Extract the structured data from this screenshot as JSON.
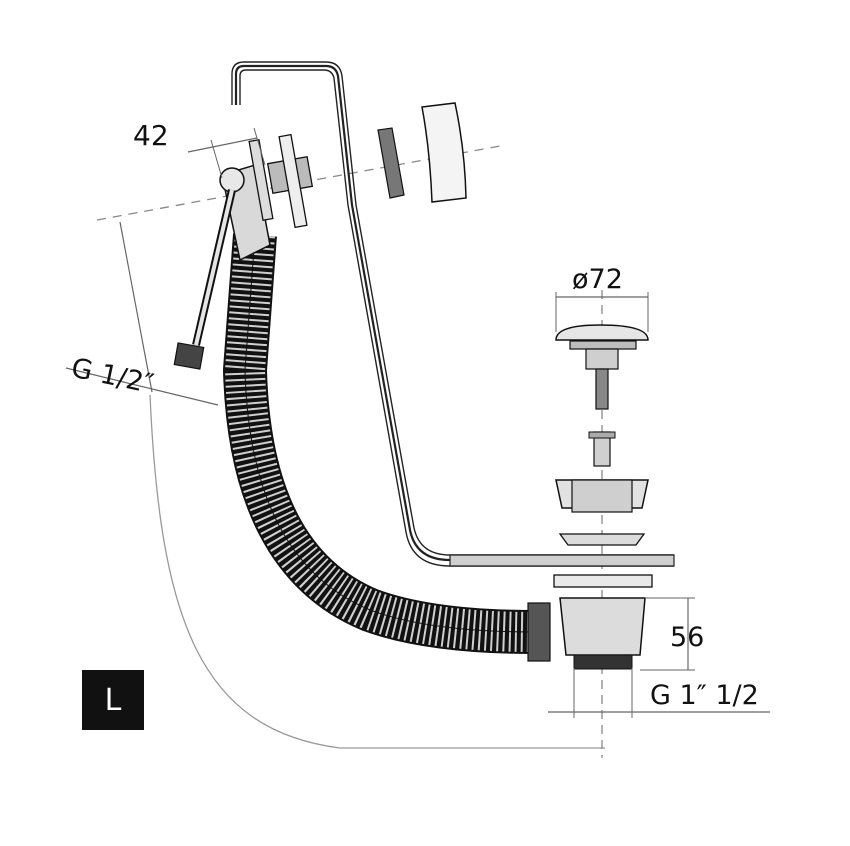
{
  "dimensions": {
    "depth": "42",
    "supply_thread": "G 1/2″",
    "plug_diameter": "ø72",
    "height": "56",
    "waste_thread": "G 1″ 1/2"
  },
  "badge": {
    "label": "L"
  }
}
